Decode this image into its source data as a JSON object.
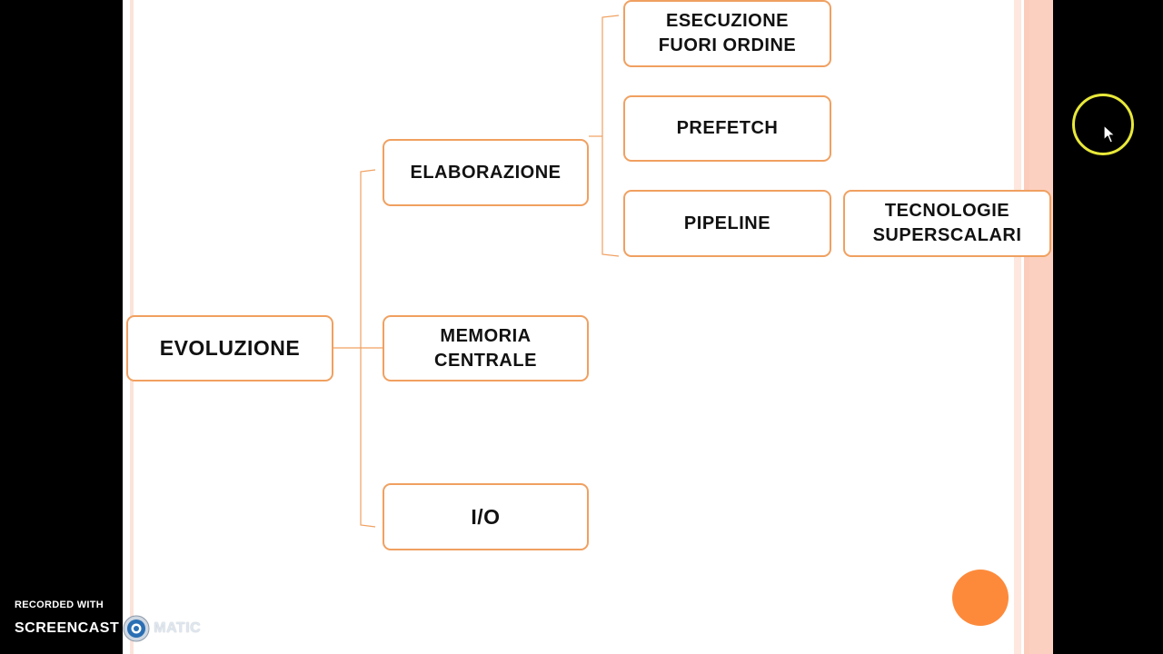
{
  "diagram": {
    "nodes": {
      "root": "EVOLUZIONE",
      "elaborazione": "ELABORAZIONE",
      "memoria": "MEMORIA\nCENTRALE",
      "io": "I/O",
      "esecuzione": "ESECUZIONE\nFUORI ORDINE",
      "prefetch": "PREFETCH",
      "pipeline": "PIPELINE",
      "superscalari": "TECNOLOGIE\nSUPERSCALARI"
    },
    "colors": {
      "node_border": "#f0a060",
      "connector": "#f0a060",
      "accent_dot": "#fd8a3b",
      "right_band": "#fcd0c0"
    }
  },
  "cursor": {
    "highlight_color": "#e8e83a",
    "icon": "cursor-pointer-icon"
  },
  "watermark": {
    "line1": "RECORDED WITH",
    "brand_part1": "SCREENCAST",
    "brand_part2": "MATIC",
    "logo_icon": "screencast-o-matic-logo-icon"
  }
}
